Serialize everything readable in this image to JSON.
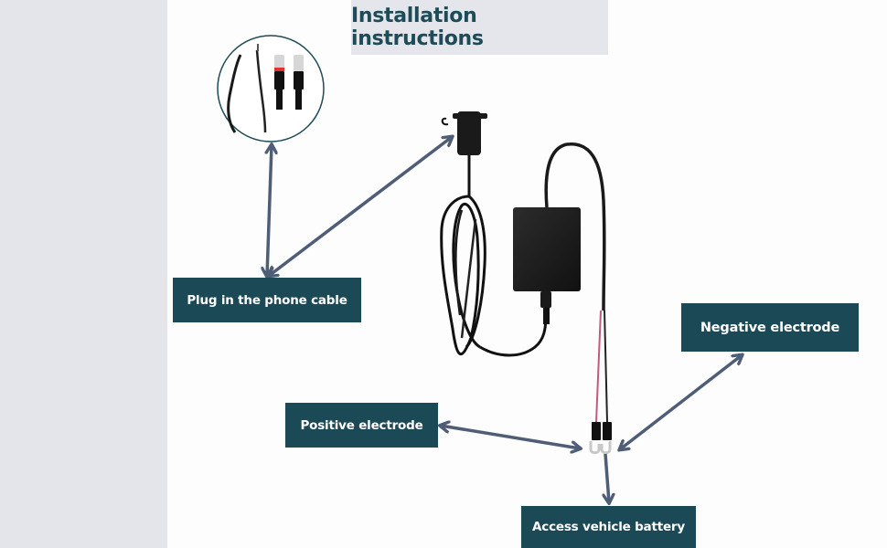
{
  "title": "Installation instructions",
  "labels": {
    "plug_phone_cable": "Plug in the phone cable",
    "negative_electrode": "Negative electrode",
    "positive_electrode": "Positive electrode",
    "access_vehicle_battery": "Access vehicle battery"
  },
  "colors": {
    "label_bg": "#1c4956",
    "title_text": "#1d4b58",
    "arrow": "#4f5d77",
    "panel_bg": "#e4e5ea",
    "positive_wire": "#c25a7c",
    "cable": "#111111"
  },
  "icons": {
    "inset": "usb-cable-inset-icon",
    "device": "hardwire-kit-icon",
    "terminals": "spade-terminal-icon"
  }
}
